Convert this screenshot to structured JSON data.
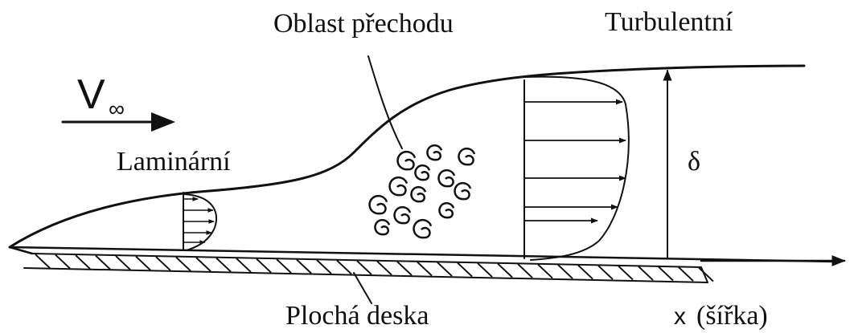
{
  "labels": {
    "transition_region": "Oblast přechodu",
    "turbulent": "Turbulentní",
    "laminar": "Laminární",
    "delta": "δ",
    "flat_plate": "Plochá deska",
    "x_axis_symbol": "x",
    "x_axis_unit": "(šířka)",
    "freestream_letter": "V",
    "freestream_subscript": "∞"
  },
  "colors": {
    "ink": "#111111",
    "background": "#ffffff"
  }
}
